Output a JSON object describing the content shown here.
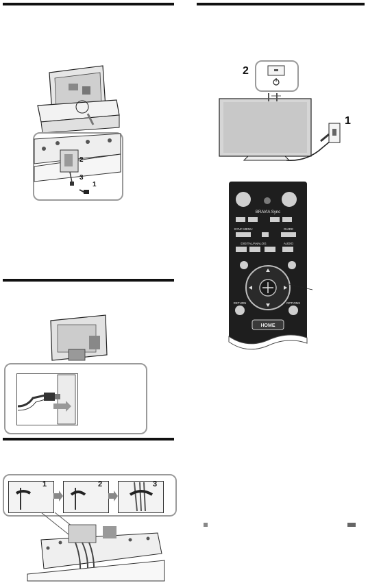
{
  "left": {
    "step_labels": [
      "1",
      "2",
      "3"
    ],
    "cable_steps": [
      "1",
      "2",
      "3"
    ]
  },
  "right": {
    "power_steps": [
      "2",
      "1"
    ],
    "remote": {
      "bravia_sync": "BRAVIA Sync",
      "vol": "SYNC MENU",
      "guide": "GUIDE",
      "digital_analog": "DIGITAL/ANALOG",
      "audio": "AUDIO",
      "return": "RETURN",
      "options": "OPTIONS",
      "home": "HOME"
    }
  }
}
